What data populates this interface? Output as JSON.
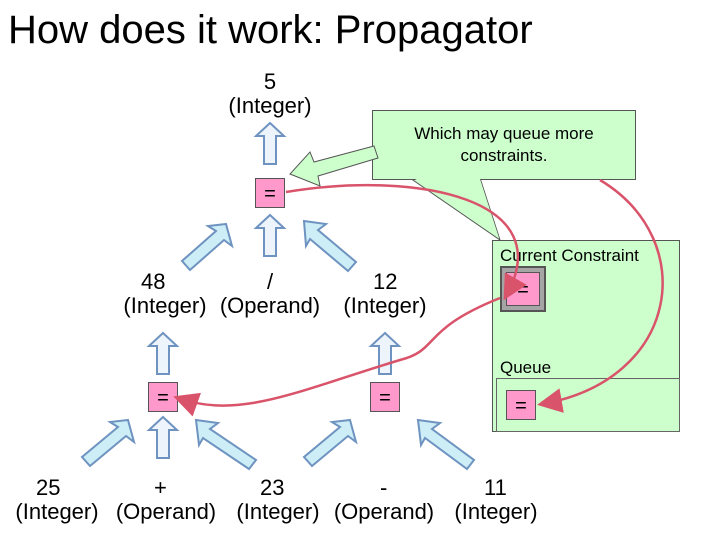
{
  "title": "How does it work: Propagator",
  "callout": {
    "text_line1": "Which may queue more",
    "text_line2": "constraints."
  },
  "panel": {
    "current_label": "Current Constraint",
    "current_value": "=",
    "queue_label": "Queue",
    "queue_value": "="
  },
  "nodes": {
    "top": {
      "num": "5",
      "type": "(Integer)"
    },
    "eq_top": "=",
    "mid_left": {
      "num": "48",
      "type": "(Integer)"
    },
    "mid_op": {
      "num": "/",
      "type": "(Operand)"
    },
    "mid_right": {
      "num": "12",
      "type": "(Integer)"
    },
    "eq_left": "=",
    "eq_right": "=",
    "b1": {
      "num": "25",
      "type": "(Integer)"
    },
    "b2": {
      "num": "+",
      "type": "(Operand)"
    },
    "b3": {
      "num": "23",
      "type": "(Integer)"
    },
    "b4": {
      "num": "-",
      "type": "(Operand)"
    },
    "b5": {
      "num": "11",
      "type": "(Integer)"
    }
  },
  "colors": {
    "pink_box": "#ff99cc",
    "green_panel": "#ccffcc",
    "red_arrow": "#d9536a",
    "arrow_outline": "#6e93c0"
  }
}
